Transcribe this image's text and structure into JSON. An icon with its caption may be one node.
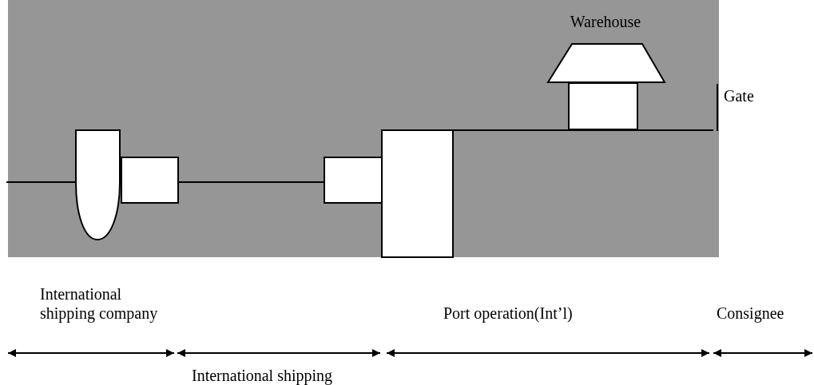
{
  "diagram": {
    "nodes": [
      {
        "text": [
          "Warehouse"
        ]
      }
    ],
    "labels": [
      "Gate",
      "International shipping company",
      "Port operation(Int’l)",
      "Consignee",
      "International shipping"
    ]
  }
}
